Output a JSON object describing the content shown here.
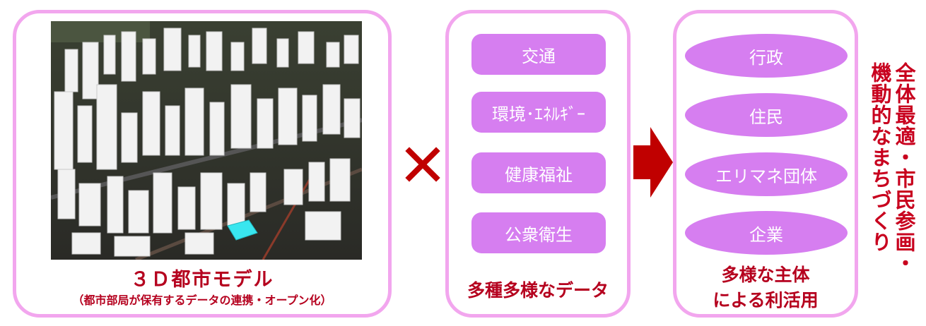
{
  "left_panel": {
    "title": "３Ｄ都市モデル",
    "subtitle": "（都市部局が保有するデータの連携・オープン化）"
  },
  "multiply_symbol": "×",
  "middle_panel": {
    "items": [
      "交通",
      "環境･ｴﾈﾙｷﾞｰ",
      "健康福祉",
      "公衆衛生"
    ],
    "caption": "多種多様なデータ"
  },
  "right_panel": {
    "items": [
      "行政",
      "住民",
      "エリマネ団体",
      "企業"
    ],
    "caption_line1": "多様な主体",
    "caption_line2": "による利活用"
  },
  "result_text": {
    "line1": "全体最適・市民参画・",
    "line2": "機動的なまちづくり"
  },
  "colors": {
    "panel_border": "#f2a6ee",
    "pill_fill": "#d67ef0",
    "accent_red": "#c8001e",
    "arrow_fill": "#c00000"
  }
}
